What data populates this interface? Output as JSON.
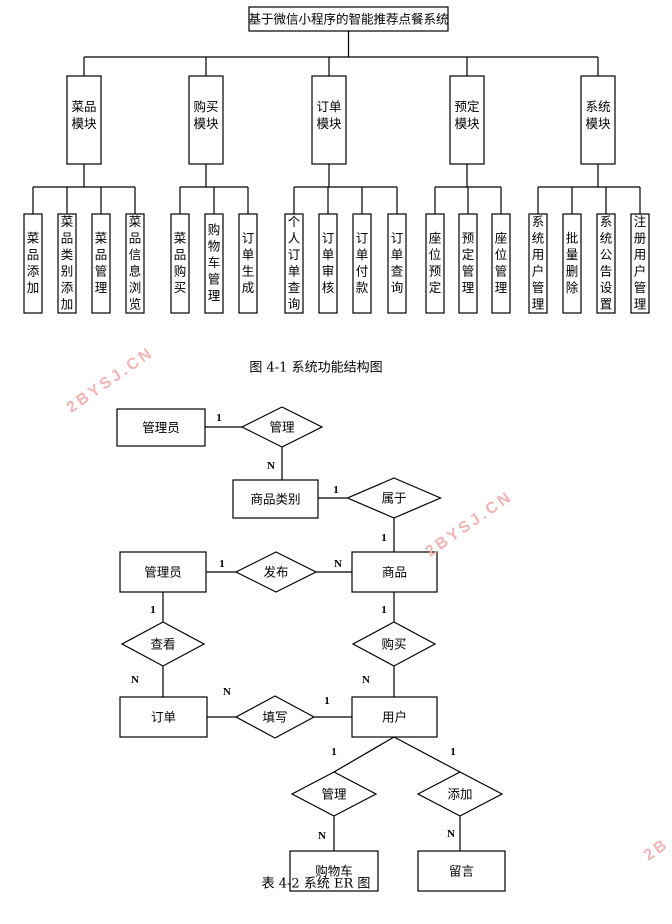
{
  "function_diagram": {
    "root": "基于微信小程序的智能推荐点餐系统",
    "modules": [
      {
        "label": "菜品模块",
        "children": [
          "菜品添加",
          "菜品类别添加",
          "菜品管理",
          "菜品信息浏览"
        ]
      },
      {
        "label": "购买模块",
        "children": [
          "菜品购买",
          "购物车管理",
          "订单生成"
        ]
      },
      {
        "label": "订单模块",
        "children": [
          "个人订单查询",
          "订单审核",
          "订单付款",
          "订单查询"
        ]
      },
      {
        "label": "预定模块",
        "children": [
          "座位预定",
          "预定管理",
          "座位管理"
        ]
      },
      {
        "label": "系统模块",
        "children": [
          "系统用户管理",
          "批量删除",
          "系统公告设置",
          "注册用户管理"
        ]
      }
    ],
    "caption": "图 4-1 系统功能结构图"
  },
  "er_diagram": {
    "entities": {
      "admin1": "管理员",
      "category": "商品类别",
      "admin2": "管理员",
      "product": "商品",
      "order": "订单",
      "user": "用户",
      "cart": "购物车",
      "message": "留言"
    },
    "relations": {
      "manage1": "管理",
      "belong": "属于",
      "publish": "发布",
      "view": "查看",
      "buy": "购买",
      "fill": "填写",
      "manage2": "管理",
      "add": "添加"
    },
    "cardinalities": {
      "one": "1",
      "many": "N"
    },
    "caption": "表 4-2 系统 ER 图"
  },
  "watermark": "2BYSJ.CN"
}
